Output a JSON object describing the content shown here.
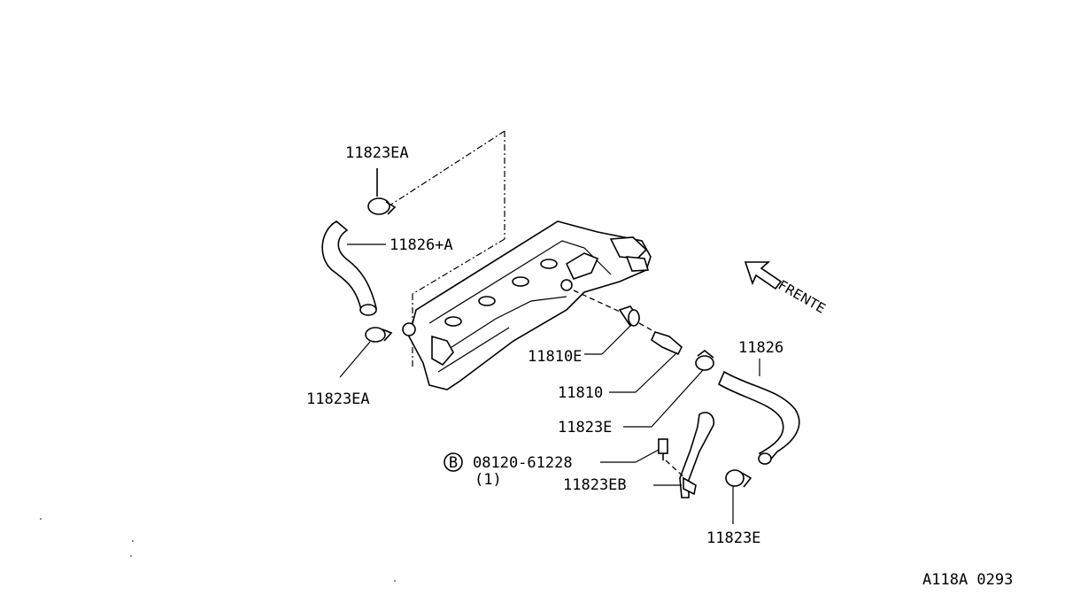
{
  "labels": {
    "clamp_top": "11823EA",
    "hose_left": "11826+A",
    "clamp_left": "11823EA",
    "grommet": "11810E",
    "pcv_valve": "11810",
    "clamp_mid": "11823E",
    "hose_right": "11826",
    "bolt": "08120-61228",
    "bolt_qty": "(1)",
    "bolt_marker": "B",
    "bracket": "11823EB",
    "clamp_bottom": "11823E",
    "direction": "FRENTE",
    "figure_code": "A118A 0293"
  }
}
